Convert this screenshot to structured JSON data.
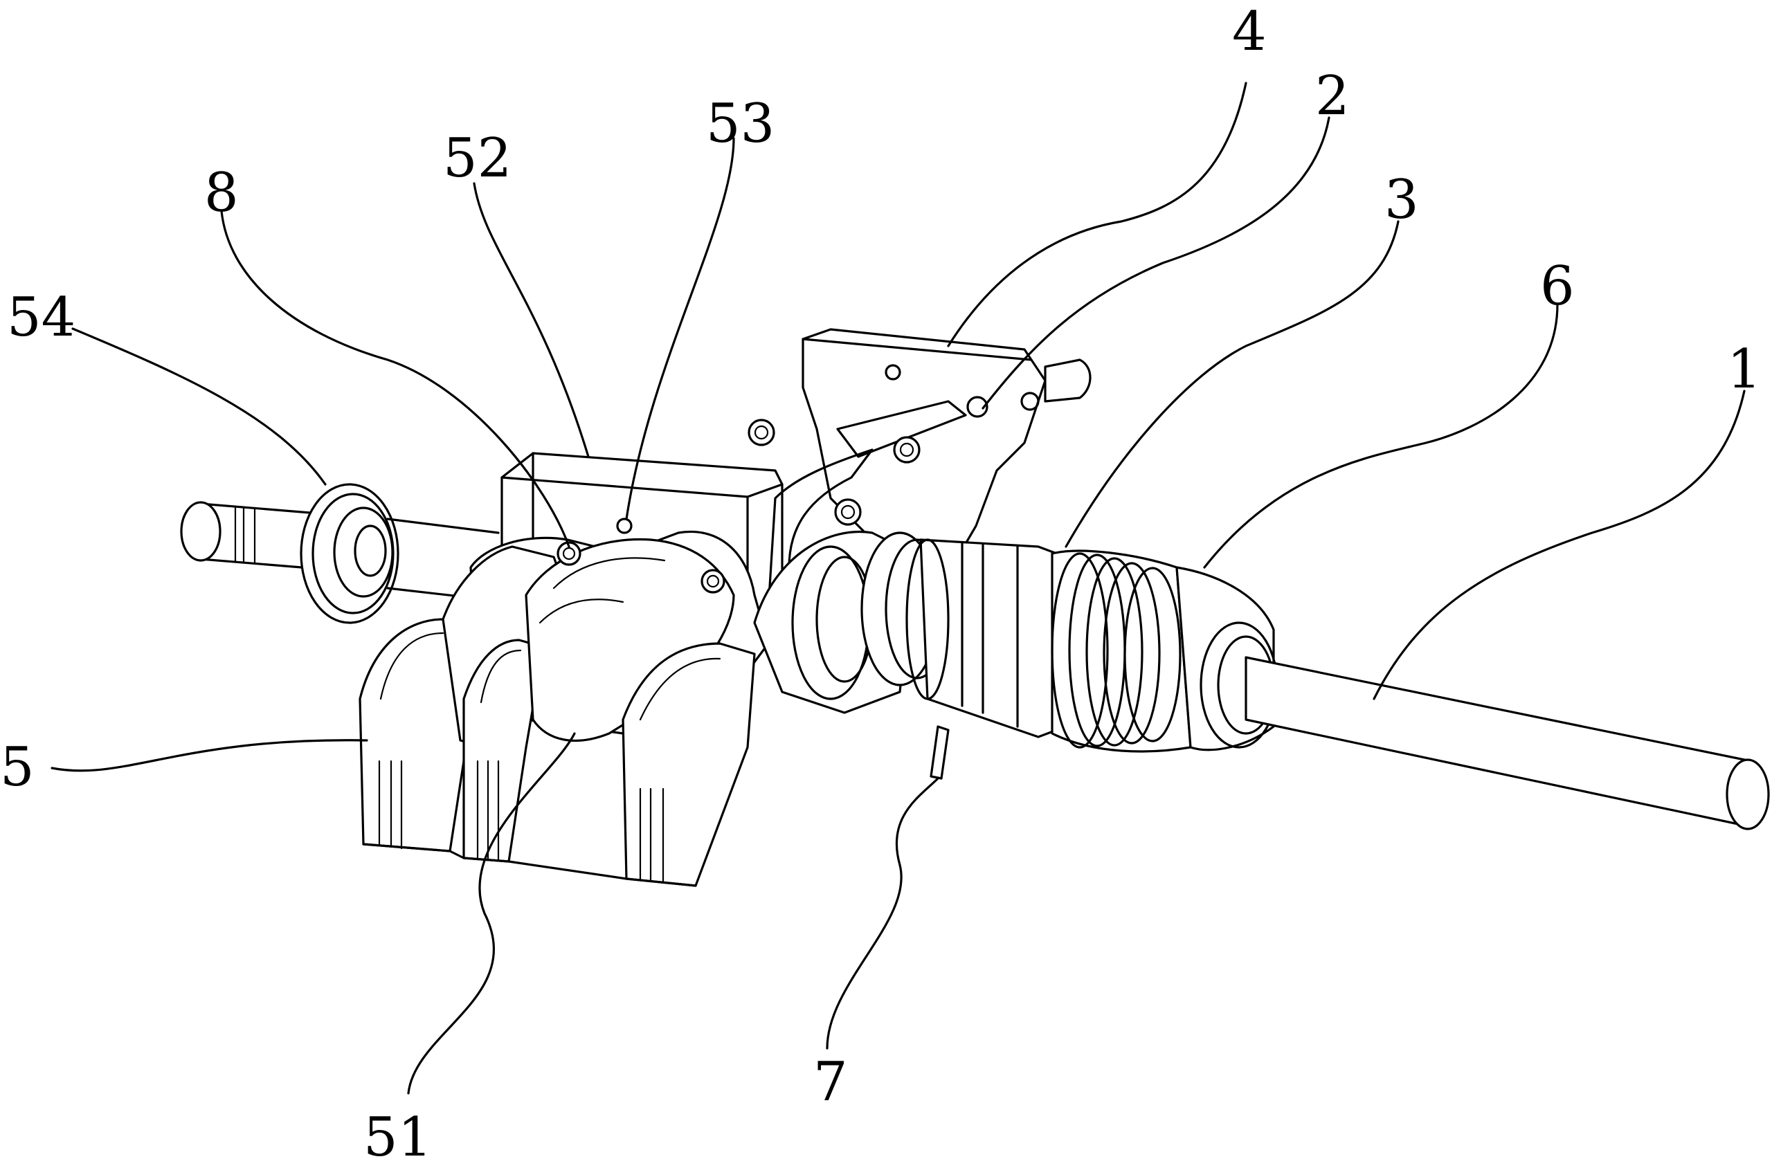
{
  "figure": {
    "description_labels": {
      "shaft": "1",
      "collar": "2",
      "sleeve": "3",
      "top_bracket": "4",
      "seat_assembly": "5",
      "seat_block": "51",
      "mount_plate": "52",
      "plate_hole": "53",
      "left_bearing": "54",
      "spring_pack": "6",
      "pin": "7",
      "bolt": "8"
    }
  }
}
